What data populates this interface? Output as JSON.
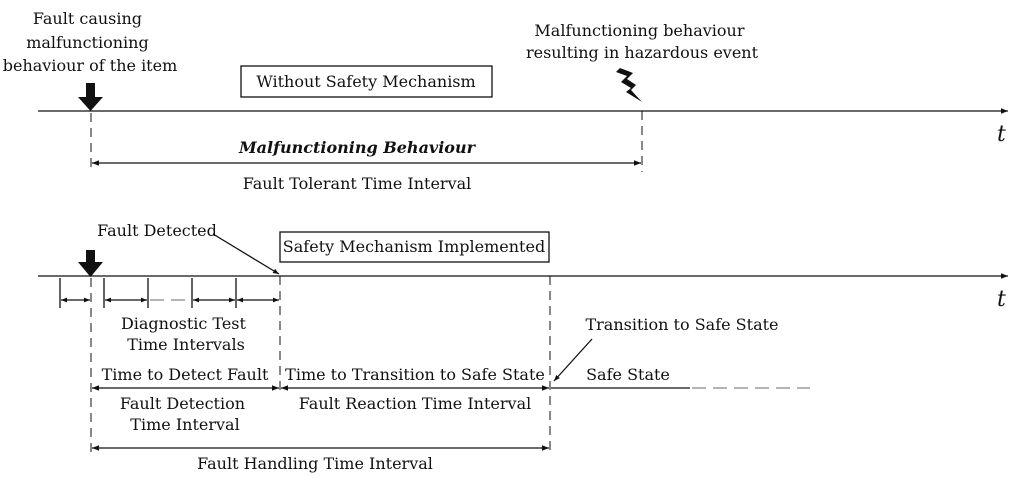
{
  "top": {
    "fault_label": [
      "Fault causing",
      "malfunctioning",
      "behaviour of the item"
    ],
    "hazard_label": [
      "Malfunctioning behaviour",
      "resulting in hazardous event"
    ],
    "box_label": "Without Safety Mechanism",
    "axis_label": "t",
    "malfunction_label": "Malfunctioning Behaviour",
    "ftti_label": "Fault Tolerant Time Interval"
  },
  "bottom": {
    "fault_detected_label": "Fault Detected",
    "box_label": "Safety Mechanism Implemented",
    "axis_label": "t",
    "diagnostic_label": [
      "Diagnostic Test",
      "Time Intervals"
    ],
    "transition_label": "Transition to Safe State",
    "time_detect_label": "Time to Detect Fault",
    "time_transition_label": "Time to Transition to Safe State",
    "safe_state_label": "Safe State",
    "fdti_label": [
      "Fault Detection",
      "Time Interval"
    ],
    "frti_label": "Fault Reaction Time Interval",
    "fhti_label": "Fault Handling Time Interval"
  },
  "colors": {
    "ink": "#111111",
    "dash_grey": "#888888"
  },
  "icons": {
    "fault_marker": "down-arrow-icon",
    "hazard_marker": "lightning-icon"
  }
}
